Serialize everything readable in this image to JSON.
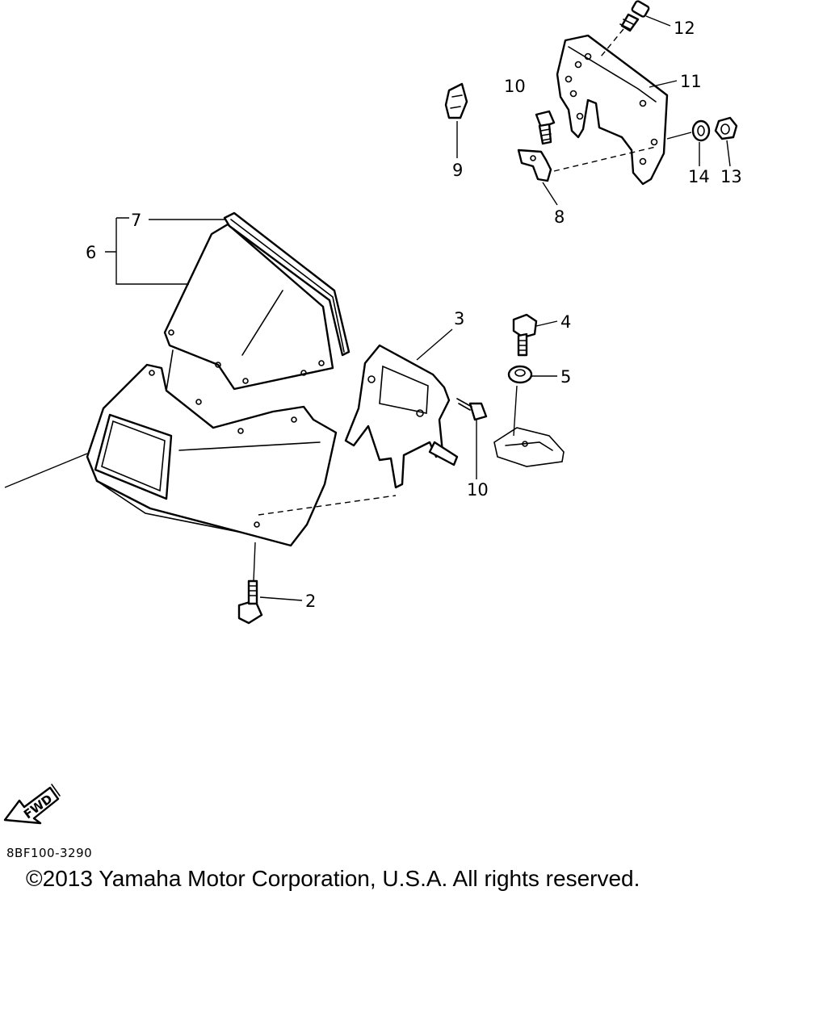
{
  "diagram": {
    "callouts": [
      "2",
      "3",
      "4",
      "5",
      "6",
      "7",
      "8",
      "9",
      "10",
      "10",
      "11",
      "12",
      "13",
      "14"
    ],
    "direction_badge": "FWD",
    "icons": [
      "fwd-arrow-icon"
    ]
  },
  "footer": {
    "doc_code": "8BF100-3290",
    "copyright": "©2013 Yamaha Motor Corporation, U.S.A. All rights reserved."
  }
}
